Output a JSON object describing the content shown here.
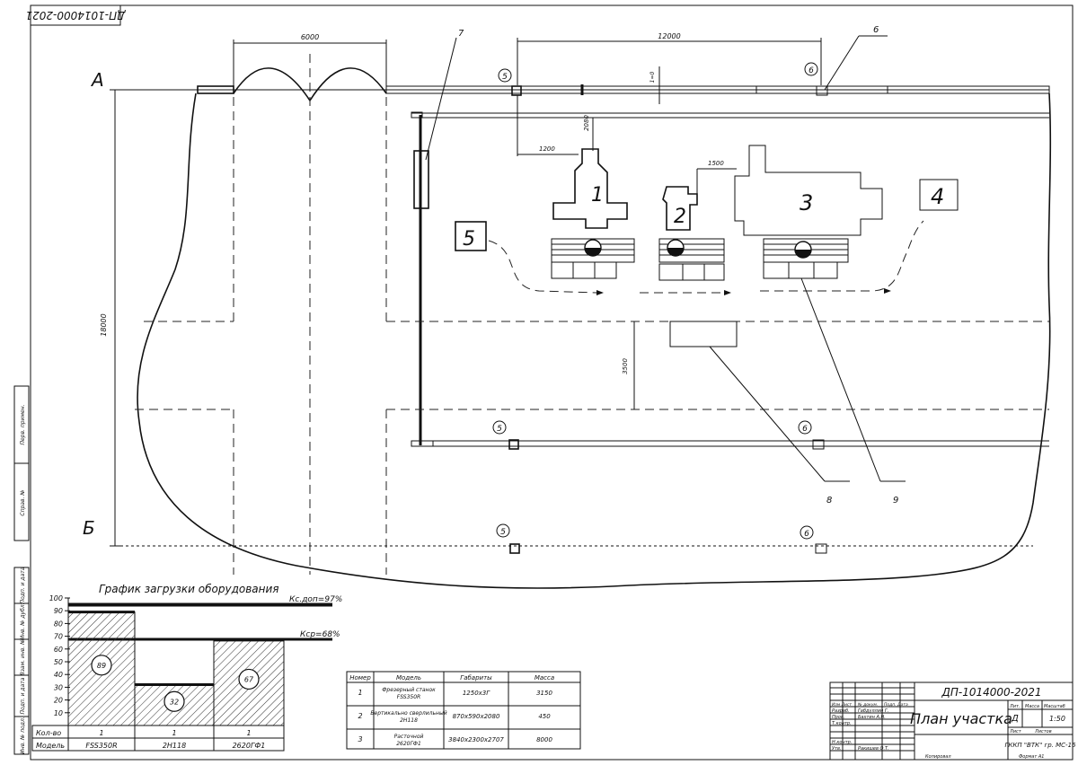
{
  "drawing_code": "ДП-1014000-2021",
  "drawing_code_flipped": "ДП-1014000-2021",
  "axes": {
    "a": "А",
    "b": "Б"
  },
  "dimensions": {
    "bay_width": "6000",
    "column_span": "12000",
    "overall_height": "18000",
    "aisle_width": "3500",
    "offset_1200": "1200",
    "offset_2080": "2080",
    "offset_1500": "1500",
    "rail_gap": "1=0"
  },
  "callouts": {
    "c5a": "5",
    "c6a": "6",
    "c5b": "5",
    "c6b": "6",
    "c5c": "5",
    "c6c": "6",
    "c7": "7",
    "c6top": "6",
    "c8": "8",
    "c9": "9"
  },
  "machines": {
    "m1": "1",
    "m2": "2",
    "m3": "3",
    "box4": "4",
    "box5": "5"
  },
  "side_stamps": [
    "Инв. № подл.",
    "Подп. и дата",
    "Взам. инв. №",
    "Инв. № дубл.",
    "Подп. и дата",
    "Справ. №",
    "Перв. примен."
  ],
  "load_chart": {
    "title": "График загрузки оборудования",
    "kc_norm_label": "Кс.доп=97%",
    "kc_avg_label": "Кср=68%",
    "row_count_label": "Кол-во",
    "row_model_label": "Модель",
    "y_ticks": [
      "100",
      "90",
      "80",
      "70",
      "60",
      "50",
      "40",
      "30",
      "20",
      "10"
    ]
  },
  "chart_data": {
    "type": "bar",
    "title": "График загрузки оборудования",
    "categories": [
      "FSS350R",
      "2Н118",
      "2620ГФ1"
    ],
    "values": [
      89,
      32,
      67
    ],
    "counts": [
      "1",
      "1",
      "1"
    ],
    "ylim": [
      0,
      100
    ],
    "reference_lines": [
      {
        "name": "Кс.доп=97%",
        "value": 97
      },
      {
        "name": "Кср=68%",
        "value": 68
      }
    ]
  },
  "spec_table": {
    "headers": [
      "Номер",
      "Модель",
      "Габариты",
      "Масса"
    ],
    "rows": [
      {
        "num": "1",
        "model": "Фрезерный станок FSS350R",
        "size": "1250х3Г",
        "mass": "3150"
      },
      {
        "num": "2",
        "model": "Вертикально сверлильный 2Н118",
        "size": "870х590х2080",
        "mass": "450"
      },
      {
        "num": "3",
        "model": "Расточной 2620ГФ1",
        "size": "3840х2300х2707",
        "mass": "8000"
      }
    ]
  },
  "title_block": {
    "code": "ДП-1014000-2021",
    "name": "План участка",
    "lit": "Лит.",
    "mass_h": "Масса",
    "scale_h": "Масштаб",
    "lit_val": "Д",
    "scale_val": "1:50",
    "sheet": "Лист",
    "sheets": "Листов",
    "org": "ГККП \"ВТК\" гр. МС-16",
    "izm": "Изм Лист",
    "ndoc": "№ докум.",
    "podp": "Подп. Дата",
    "razrab": "Разраб.",
    "prov": "Пров.",
    "tkontr": "Т.контр.",
    "nkontr": "Н.контр.",
    "utv": "Утв.",
    "razrab_name": "Габдуллин Г.",
    "prov_name": "Бахтин А.Н.",
    "utv_name": "Ракишев О.Т.",
    "copied": "Копировал",
    "format": "Формат   А1"
  }
}
